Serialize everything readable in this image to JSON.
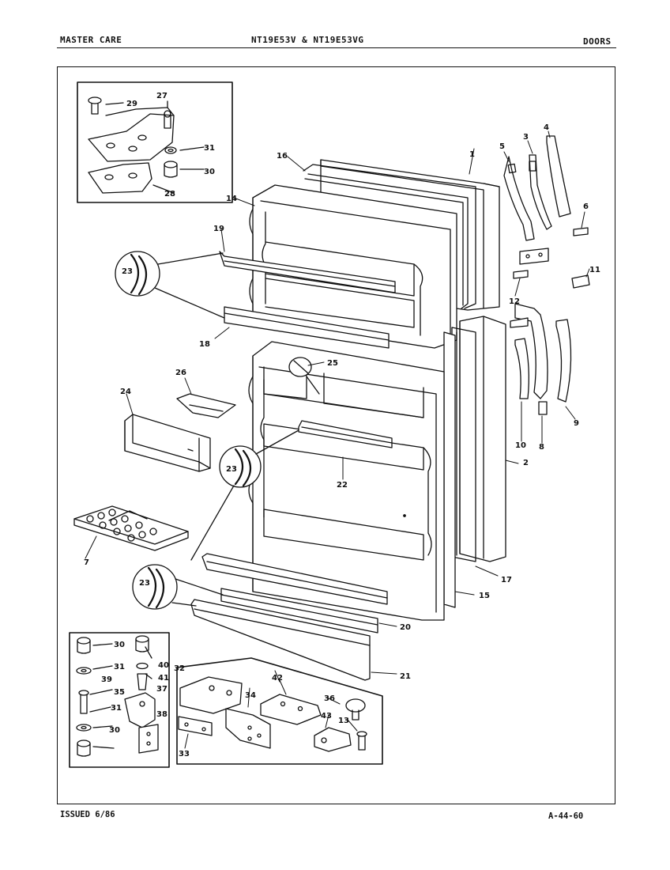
{
  "header": {
    "brand": "MASTER CARE",
    "models": "NT19E53V & NT19E53VG",
    "section": "DOORS"
  },
  "footer": {
    "issued": "ISSUED 6/86",
    "page_code": "A-44-60"
  },
  "callouts": {
    "c1": "1",
    "c2": "2",
    "c3": "3",
    "c4": "4",
    "c5": "5",
    "c6": "6",
    "c7": "7",
    "c8": "8",
    "c9": "9",
    "c10": "10",
    "c11": "11",
    "c12": "12",
    "c13": "13",
    "c14": "14",
    "c15": "15",
    "c16": "16",
    "c17": "17",
    "c18": "18",
    "c19": "19",
    "c20": "20",
    "c21": "21",
    "c22": "22",
    "c23": "23",
    "c24": "24",
    "c25": "25",
    "c26": "26",
    "c27": "27",
    "c28": "28",
    "c29": "29",
    "c30": "30",
    "c31": "31",
    "c32": "32",
    "c33": "33",
    "c34": "34",
    "c35": "35",
    "c36": "36",
    "c37": "37",
    "c38": "38",
    "c39": "39",
    "c40": "40",
    "c41": "41",
    "c42": "42",
    "c43": "43"
  }
}
